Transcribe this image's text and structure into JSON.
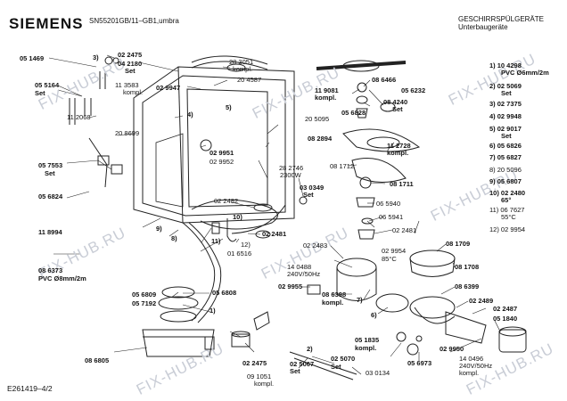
{
  "brand": "SIEMENS",
  "model": "SN55201GB/11–GB1,umbra",
  "header": {
    "line1": "GESCHIRRSPÜLGERÄTE",
    "line2": "Unterbaugeräte"
  },
  "footer": "E261419–4/2",
  "watermark": "FIX-HUB.RU",
  "legend": [
    {
      "num": "1) 10 4298",
      "sub": "PVC Ø6mm/2m"
    },
    {
      "num": "2) 02 5069",
      "sub": "Set"
    },
    {
      "num": "3) 02 7375"
    },
    {
      "num": "4) 02 9948"
    },
    {
      "num": "5) 02 9017",
      "sub": "Set"
    },
    {
      "num": "6) 05 6826"
    },
    {
      "num": "7) 05 6827"
    },
    {
      "num": "8) 20 5096"
    },
    {
      "num": "9) 05 6807"
    },
    {
      "num": "10) 02 2480",
      "sub": "65°"
    },
    {
      "num": "11) 06 7627",
      "sub": "55°C"
    },
    {
      "num": "12) 02 9954"
    }
  ],
  "labels": {
    "l01": "05 1469",
    "l02": "3)",
    "l03": "02 2475",
    "l04": "04 2180",
    "l05": "Set",
    "l06": "05 5164",
    "l07": "Set",
    "l08": "11 3583",
    "l09": "kompl.",
    "l10": "28 3051",
    "l11": "kompl.",
    "l12": "20 4587",
    "l13": "02 9947",
    "l14": "11 2068",
    "l15": "20 8699",
    "l16": "4)",
    "l17": "5)",
    "l18": "20 5095",
    "l19": "05 7553",
    "l20": "Set",
    "l21": "02 9951",
    "l22": "02 9952",
    "l23": "08 2894",
    "l24": "05 6824",
    "l25": "28 2746",
    "l26": "2300W",
    "l27": "03 0349",
    "l28": "Set",
    "l29": "02 2482",
    "l30": "10)",
    "l31": "11 8994",
    "l32": "9)",
    "l33": "8)",
    "l34": "11)",
    "l35": "02 2481",
    "l36": "12)",
    "l37": "01 6516",
    "l38": "08 6373",
    "l39": "PVC Ø8mm/2m",
    "l40": "05 6809",
    "l41": "05 7192",
    "l42": "05 6808",
    "l43": "1)",
    "l44": "08 6805",
    "l45": "02 2475",
    "l46": "09 1051",
    "l47": "kompl.",
    "l48": "2)",
    "l49": "02 5067",
    "l50": "Set",
    "l51": "02 5070",
    "l52": "Set",
    "l53": "05 1835",
    "l54": "kompl.",
    "l55": "03 0134",
    "l56": "05 6973",
    "l57": "02 9950",
    "l58": "14 0496",
    "l59": "240V/50Hz",
    "l60": "kompl.",
    "l61": "02 2487",
    "l62": "05 1840",
    "l63": "02 2489",
    "l64": "08 6399",
    "l65": "08 1708",
    "l66": "08 1709",
    "l67": "02 9954",
    "l68": "85°C",
    "l69": "02 2483",
    "l70": "14 0488",
    "l71": "240V/50Hz",
    "l72": "02 9955",
    "l73": "08 6398",
    "l74": "kompl.",
    "l75": "6)",
    "l76": "7)",
    "l77": "02 2481",
    "l78": "06 5941",
    "l79": "06 5940",
    "l80": "08 1711",
    "l81": "08 1712",
    "l82": "11 2728",
    "l83": "kompl.",
    "l84": "11 9081",
    "l85": "kompl.",
    "l86": "08 6466",
    "l87": "05 6232",
    "l88": "08 4240",
    "l89": "Set",
    "l90": "05 6828"
  }
}
